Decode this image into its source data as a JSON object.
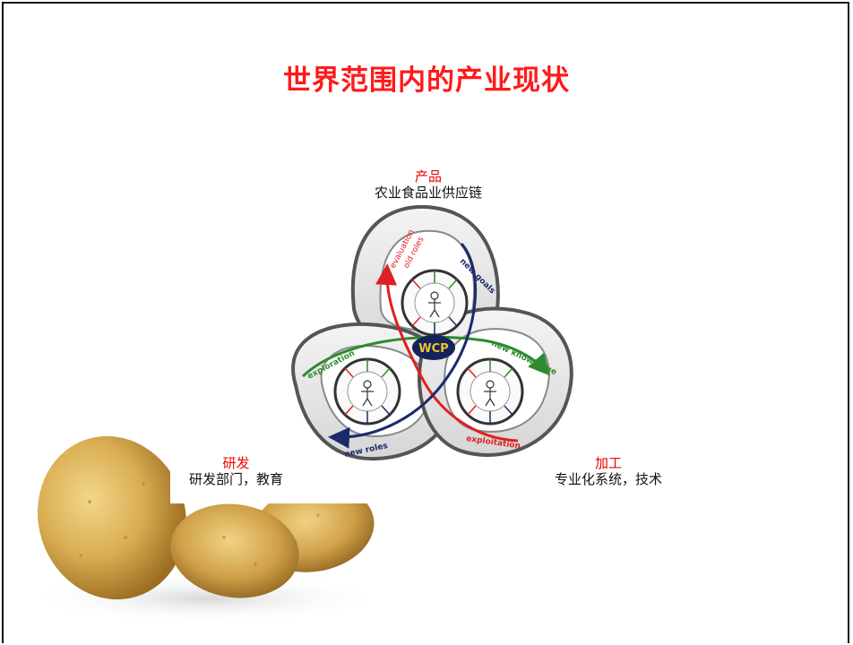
{
  "slide": {
    "title": "世界范围内的产业现状"
  },
  "labels": {
    "product": {
      "head": "产品",
      "sub": "农业食品业供应链"
    },
    "rnd": {
      "head": "研发",
      "sub": "研发部门，教育"
    },
    "processing": {
      "head": "加工",
      "sub": "专业化系统，技术"
    }
  },
  "diagram": {
    "center_label": "WCP",
    "arrows": {
      "evaluation": "evaluation",
      "old_roles": "old roles",
      "new_goals": "new goals",
      "exploration": "exploration",
      "new_knowledge": "new knowledge",
      "new_roles": "new roles",
      "exploitation": "exploitation"
    }
  },
  "colors": {
    "title": "#ff1a1a",
    "label_head": "#e00000",
    "green_arrow": "#2e8b2e",
    "red_arrow": "#e02020",
    "navy_arrow": "#1c2a6b",
    "wcp_fill": "#14245a",
    "wcp_text": "#f2c230"
  }
}
